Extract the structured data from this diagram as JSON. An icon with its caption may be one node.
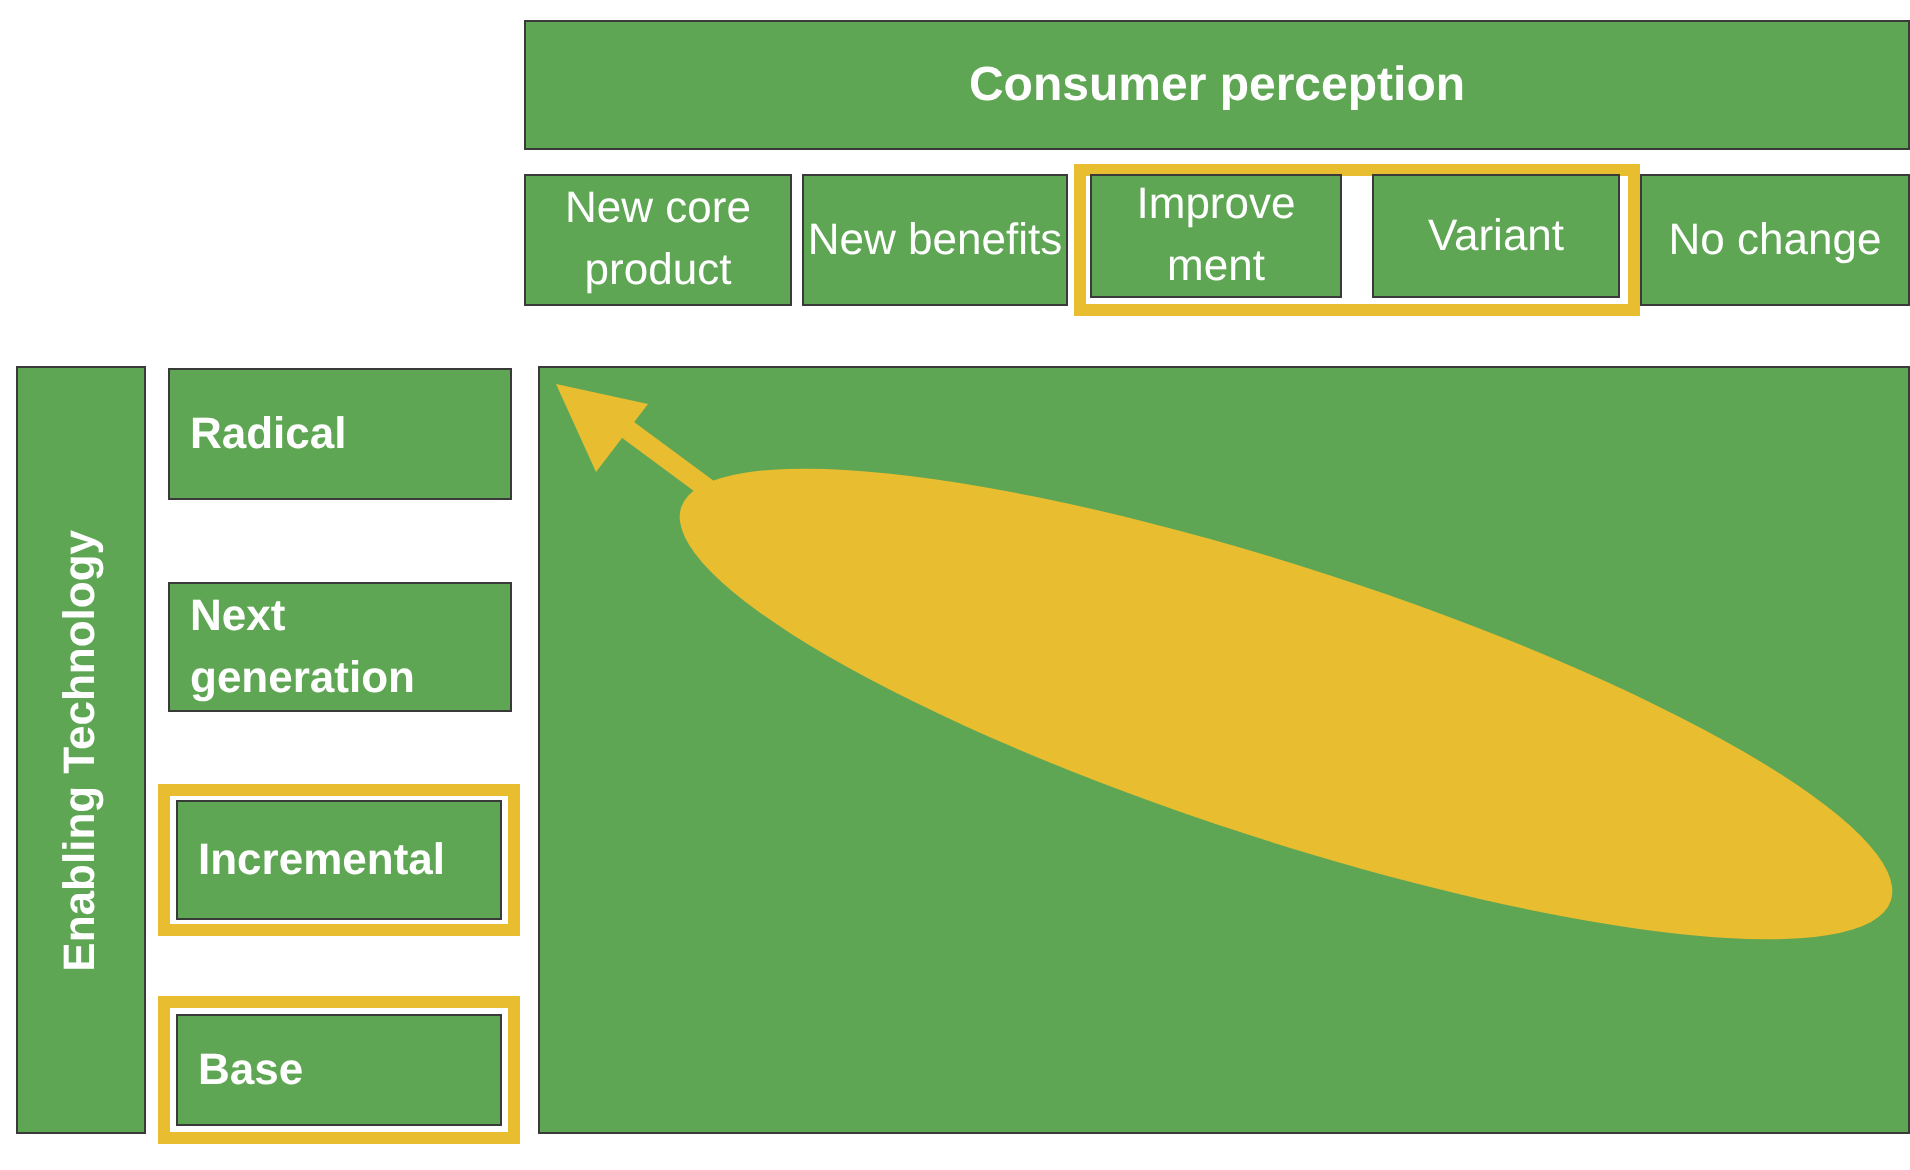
{
  "diagram": {
    "nodes": [
      {
        "text": [
          "Consumer perception"
        ]
      },
      {
        "text": [
          "New core product"
        ]
      },
      {
        "text": [
          "New benefits"
        ]
      },
      {
        "text": [
          "Improve ment"
        ]
      },
      {
        "text": [
          "Variant"
        ]
      },
      {
        "text": [
          "No change"
        ]
      },
      {
        "text": [
          "Enabling Technology"
        ]
      },
      {
        "text": [
          "Radical"
        ]
      },
      {
        "text": [
          "Next generation"
        ]
      },
      {
        "text": [
          "Incremental"
        ]
      },
      {
        "text": [
          "Base"
        ]
      },
      {
        "text": [],
        "shape": "box"
      },
      {
        "text": [],
        "shape": "ellipse",
        "in": 11
      }
    ]
  }
}
